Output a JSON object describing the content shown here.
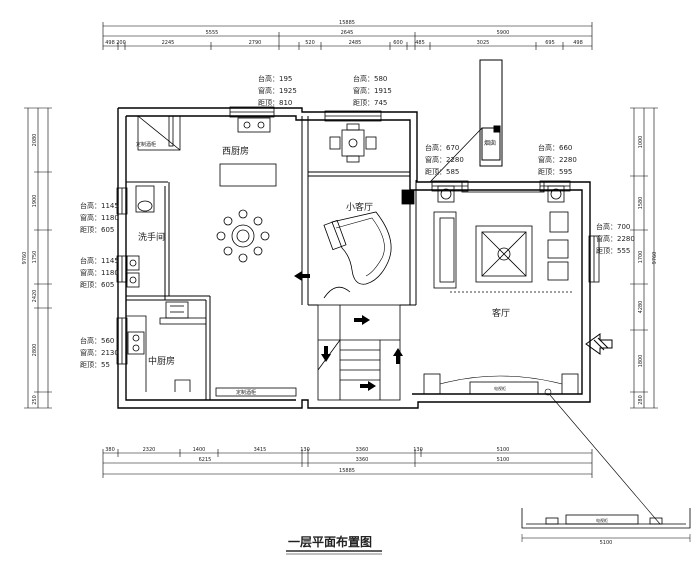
{
  "title": "一层平面布置图",
  "rooms": {
    "western_kitchen": "西厨房",
    "washroom": "洗手间",
    "small_living": "小客厅",
    "chinese_kitchen": "中厨房",
    "living_room": "客厅",
    "chimney": "烟囱"
  },
  "window_notes": {
    "w1": [
      "台高：195",
      "窗高：1925",
      "距顶：810"
    ],
    "w2": [
      "台高：580",
      "窗高：1915",
      "距顶：745"
    ],
    "w3": [
      "台高：670",
      "窗高：2280",
      "距顶：585"
    ],
    "w4": [
      "台高：660",
      "窗高：2280",
      "距顶：595"
    ],
    "w5": [
      "台高：1145",
      "窗高：1180",
      "距顶：605"
    ],
    "w6": [
      "台高：1145",
      "窗高：1180",
      "距顶：605"
    ],
    "w7": [
      "台高：700",
      "窗高：2280",
      "距顶：555"
    ],
    "w8": [
      "台高：560",
      "窗高：2130",
      "距顶：55"
    ]
  },
  "furniture_notes": {
    "cabinet_top": "定制酒柜",
    "cabinet_bottom": "定制酒柜",
    "tv_cabinet": "电视柜"
  },
  "dims": {
    "top_total": "15885",
    "top_mid": [
      "5555",
      "2645",
      "5900"
    ],
    "top_detail": [
      "498",
      "200",
      "2245",
      "2790",
      "520",
      "2485",
      "600",
      "485",
      "3025",
      "695",
      "498"
    ],
    "bottom_detail": [
      "380",
      "2320",
      "1400",
      "3415",
      "130",
      "3360",
      "130",
      "5100"
    ],
    "bottom_mid": [
      "6215",
      "3360",
      "5100"
    ],
    "bottom_total": "15885",
    "left": [
      "2080",
      "1900",
      "1750",
      "2420",
      "2800",
      "250"
    ],
    "left_total": "9760",
    "right": [
      "1000",
      "1580",
      "1700",
      "4280",
      "1800",
      "280"
    ],
    "right_total": "9760",
    "detail_width": "5100"
  }
}
